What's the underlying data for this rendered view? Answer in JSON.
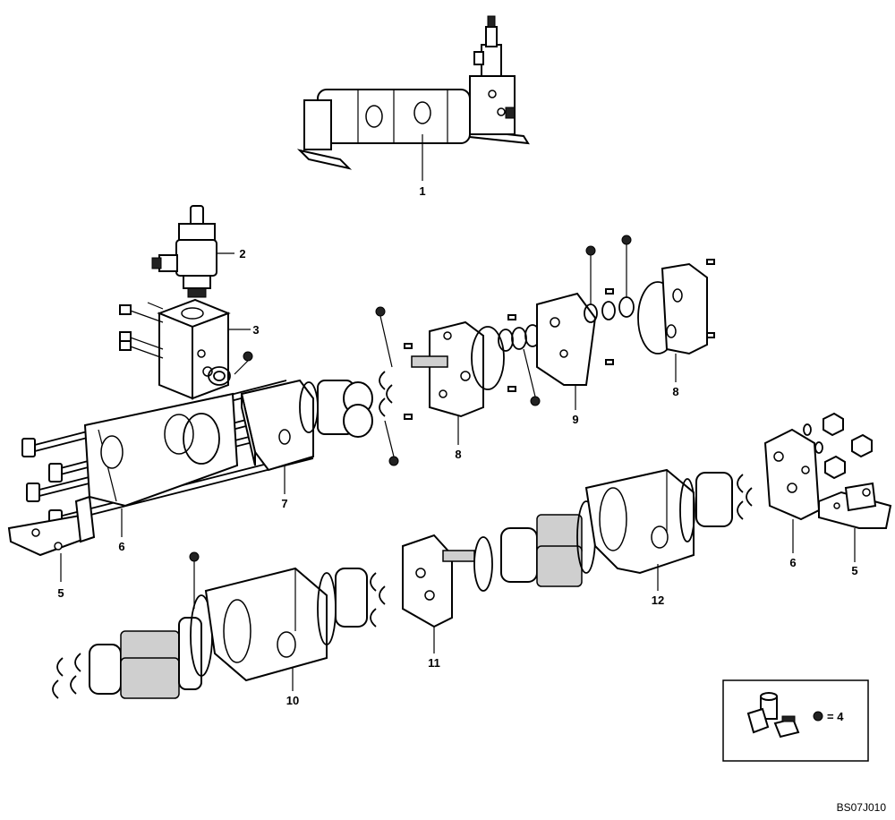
{
  "labels": {
    "p1": "1",
    "p2": "2",
    "p3": "3",
    "p5a": "5",
    "p5b": "5",
    "p6a": "6",
    "p6b": "6",
    "p7": "7",
    "p8a": "8",
    "p8b": "8",
    "p9": "9",
    "p10": "10",
    "p11": "11",
    "p12": "12"
  },
  "legend": {
    "text": "= 4"
  },
  "drawing_code": "BS07J010",
  "colors": {
    "line": "#000000",
    "background": "#ffffff",
    "marker": "#000000"
  }
}
